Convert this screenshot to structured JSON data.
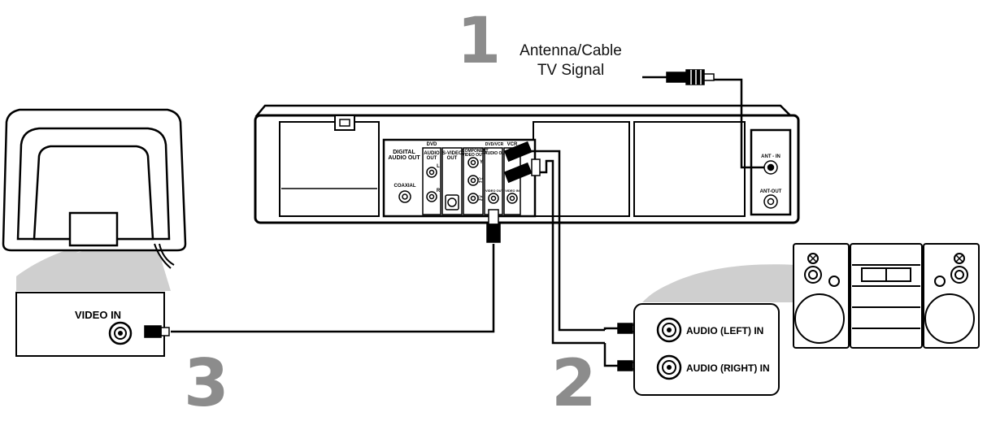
{
  "steps": {
    "one": "1",
    "two": "2",
    "three": "3"
  },
  "signal": {
    "line1": "Antenna/Cable",
    "line2": "TV Signal"
  },
  "tv_panel": {
    "video_in": "VIDEO IN"
  },
  "stereo_panel": {
    "audio_left_in": "AUDIO (LEFT) IN",
    "audio_right_in": "AUDIO (RIGHT) IN"
  },
  "rear_panel": {
    "digital_audio_out": "DIGITAL\nAUDIO OUT",
    "coaxial": "COAXIAL",
    "dvd": "DVD",
    "audio_out": "AUDIO\nOUT",
    "left": "L",
    "right": "R",
    "s_video_out": "S-VIDEO\nOUT",
    "component_video_out": "COMPONENT\nVIDEO OUT",
    "dvd_vcr": "DVD/VCR",
    "vcr": "VCR",
    "audio_out_short": "AUDIO OUT",
    "y": "Y",
    "cb_pb": "Cb/\nPb",
    "cr_pr": "Cr/\nPr",
    "video_out": "VIDEO OUT",
    "video_in": "VIDEO IN",
    "ant_in": "ANT - IN",
    "ant_out": "ANT-OUT"
  },
  "colors": {
    "ink": "#000000",
    "step_gray": "#8c8c8c",
    "panel_shadow": "#cfcfcf",
    "paper": "#ffffff"
  },
  "icons": [
    "tv-rear-icon",
    "dvd-vcr-icon",
    "stereo-system-icon",
    "rca-plug-icon",
    "coax-plug-icon",
    "jack-icon"
  ]
}
